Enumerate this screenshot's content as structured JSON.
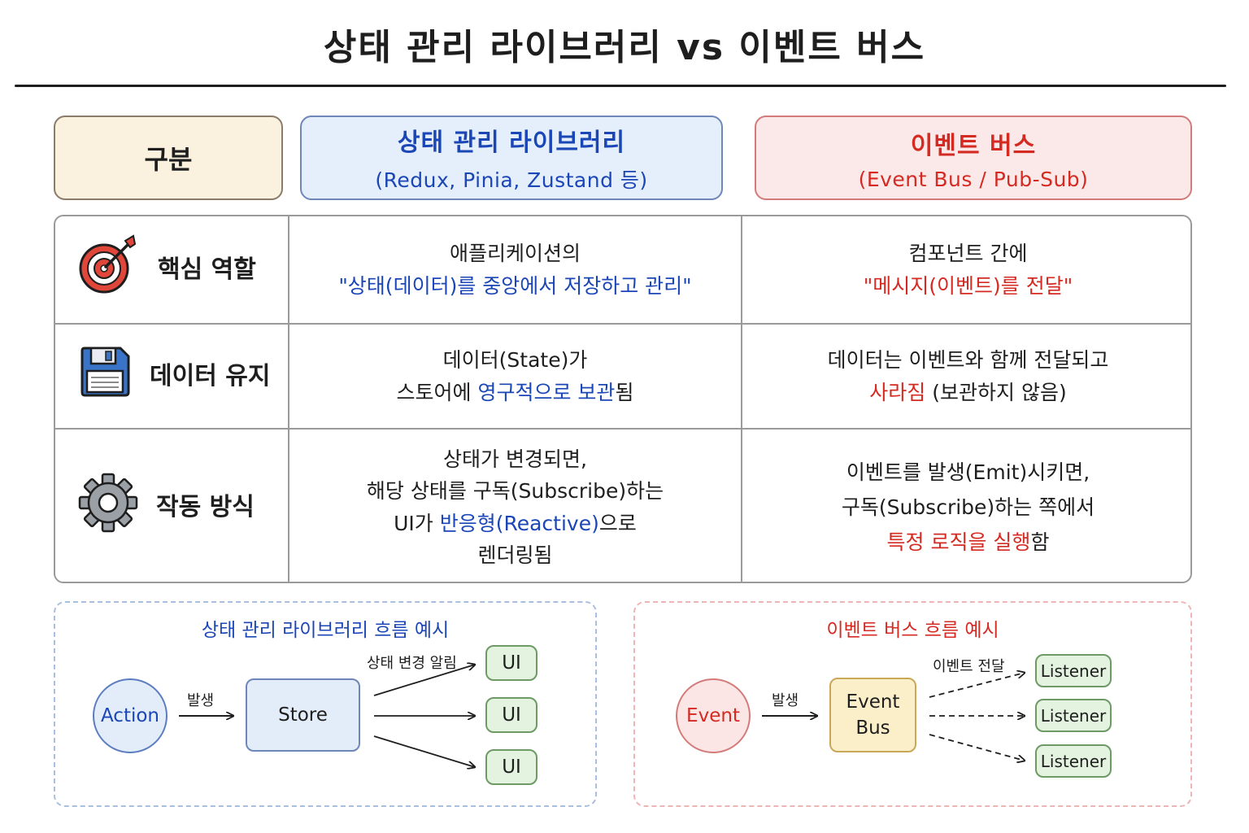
{
  "title": "상태 관리 라이브러리 vs 이벤트 버스",
  "header": {
    "category": "구분",
    "state_title": "상태 관리 라이브러리",
    "state_sub": "(Redux, Pinia, Zustand 등)",
    "event_title": "이벤트 버스",
    "event_sub": "(Event Bus / Pub-Sub)"
  },
  "rows": [
    {
      "label": "핵심 역할",
      "icon": "target-icon",
      "state_l1": "애플리케이션의",
      "state_l2": "\"상태(데이터)를 중앙에서 저장하고 관리\"",
      "event_l1": "컴포넌트 간에",
      "event_l2": "\"메시지(이벤트)를 전달\""
    },
    {
      "label": "데이터 유지",
      "icon": "floppy-disk-icon",
      "state_l1": "데이터(State)가",
      "state_l2a": "스토어에 ",
      "state_l2b": "영구적으로 보관",
      "state_l2c": "됨",
      "event_l1": "데이터는 이벤트와 함께 전달되고",
      "event_l2a": "사라짐",
      "event_l2b": " (보관하지 않음)"
    },
    {
      "label": "작동 방식",
      "icon": "gear-icon",
      "state_l1": "상태가 변경되면,",
      "state_l2": "해당 상태를 구독(Subscribe)하는",
      "state_l3a": "UI가 ",
      "state_l3b": "반응형(Reactive)",
      "state_l3c": "으로",
      "state_l4": "렌더링됨",
      "event_l1": "이벤트를 발생(Emit)시키면,",
      "event_l2": "구독(Subscribe)하는 쪽에서",
      "event_l3a": "특정 로직을 실행",
      "event_l3b": "함"
    }
  ],
  "flow_state": {
    "title": "상태 관리 라이브러리 흐름 예시",
    "action": "Action",
    "emit_label": "발생",
    "store": "Store",
    "notify_label": "상태 변경 알림",
    "ui": [
      "UI",
      "UI",
      "UI"
    ]
  },
  "flow_event": {
    "title": "이벤트 버스 흐름 예시",
    "event": "Event",
    "emit_label": "발생",
    "bus_l1": "Event",
    "bus_l2": "Bus",
    "deliver_label": "이벤트 전달",
    "listeners": [
      "Listener",
      "Listener",
      "Listener"
    ]
  },
  "colors": {
    "blue_text": "#1b46b5",
    "red_text": "#d42a22",
    "category_fill": "#fbf1df",
    "state_fill": "#e5eefb",
    "event_fill": "#fbe9e9",
    "ui_fill": "#e4f3e0",
    "bus_fill": "#fbefc9"
  }
}
